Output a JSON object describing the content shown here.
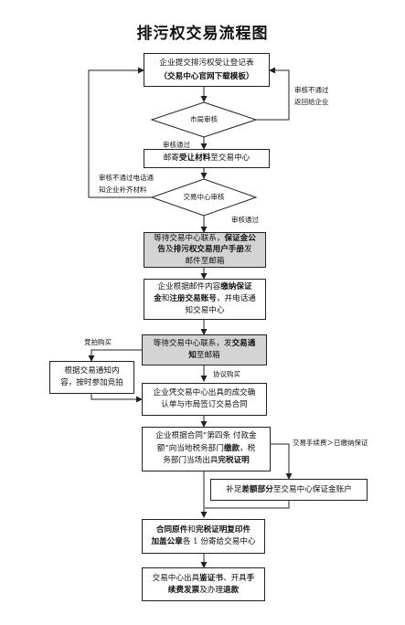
{
  "title": "排污权交易流程图",
  "steps": {
    "s1": {
      "line1": "企业提交排污权受让登记表",
      "line2": "（交易中心官网下载模板）"
    },
    "s2": {
      "text_a": "邮寄",
      "text_bold": "受让材料",
      "text_b": "至交易中心"
    },
    "s3": {
      "l1a": "等待交易中心联系，",
      "l1b": "保证金公",
      "l2a": "告",
      "l2b": "及",
      "l2c": "排污权交易用户手册",
      "l2d": "发",
      "l3": "邮件至邮箱"
    },
    "s4": {
      "l1a": "企业根据邮件内容",
      "l1b": "缴纳保证",
      "l2a": "金",
      "l2b": "和",
      "l2c": "注册交易账号",
      "l2d": "，并电话通",
      "l3": "知交易中心"
    },
    "s5": {
      "l1a": "等待交易中心联系，发",
      "l1b": "交易通",
      "l2a": "知",
      "l2b": "至邮箱"
    },
    "s6": {
      "l1": "根据交易通知内",
      "l2": "容，按时参加竞拍"
    },
    "s7": {
      "l1": "企业凭交易中心出具的成交确",
      "l2": "认单与市局签订交易合同"
    },
    "s8": {
      "l1": "企业根据合同“第四条  付款金",
      "l2a": "额”向当地税务部门",
      "l2b": "缴款",
      "l2c": "，税",
      "l3a": "务部门当场出具",
      "l3b": "完税证明"
    },
    "s9": {
      "a": "补足",
      "b": "差额部分",
      "c": "至交易中心保证金账户"
    },
    "s10": {
      "l1a": "合同原件",
      "l1b": "和",
      "l1c": "完税证明复印件",
      "l2a": "加盖公章",
      "l2b": "各 1 份寄给交易中心"
    },
    "s11": {
      "l1a": "交易中心出具",
      "l1b": "鉴证书",
      "l1c": "、开具",
      "l1d": "手",
      "l2a": "续费发票",
      "l2b": "及办理",
      "l2c": "退款"
    }
  },
  "decisions": {
    "d1": "市局审核",
    "d2": "交易中心审核"
  },
  "labels": {
    "reject1_l1": "审核不通过",
    "reject1_l2": "返回给企业",
    "pass1": "审核通过",
    "reject2_l1": "审核不通过电话通",
    "reject2_l2": "知企业补齐材料",
    "pass2": "审核通过",
    "auction": "竞拍购买",
    "agreement": "协议购买",
    "fee_note": "交易手续费＞已缴纳保证"
  }
}
